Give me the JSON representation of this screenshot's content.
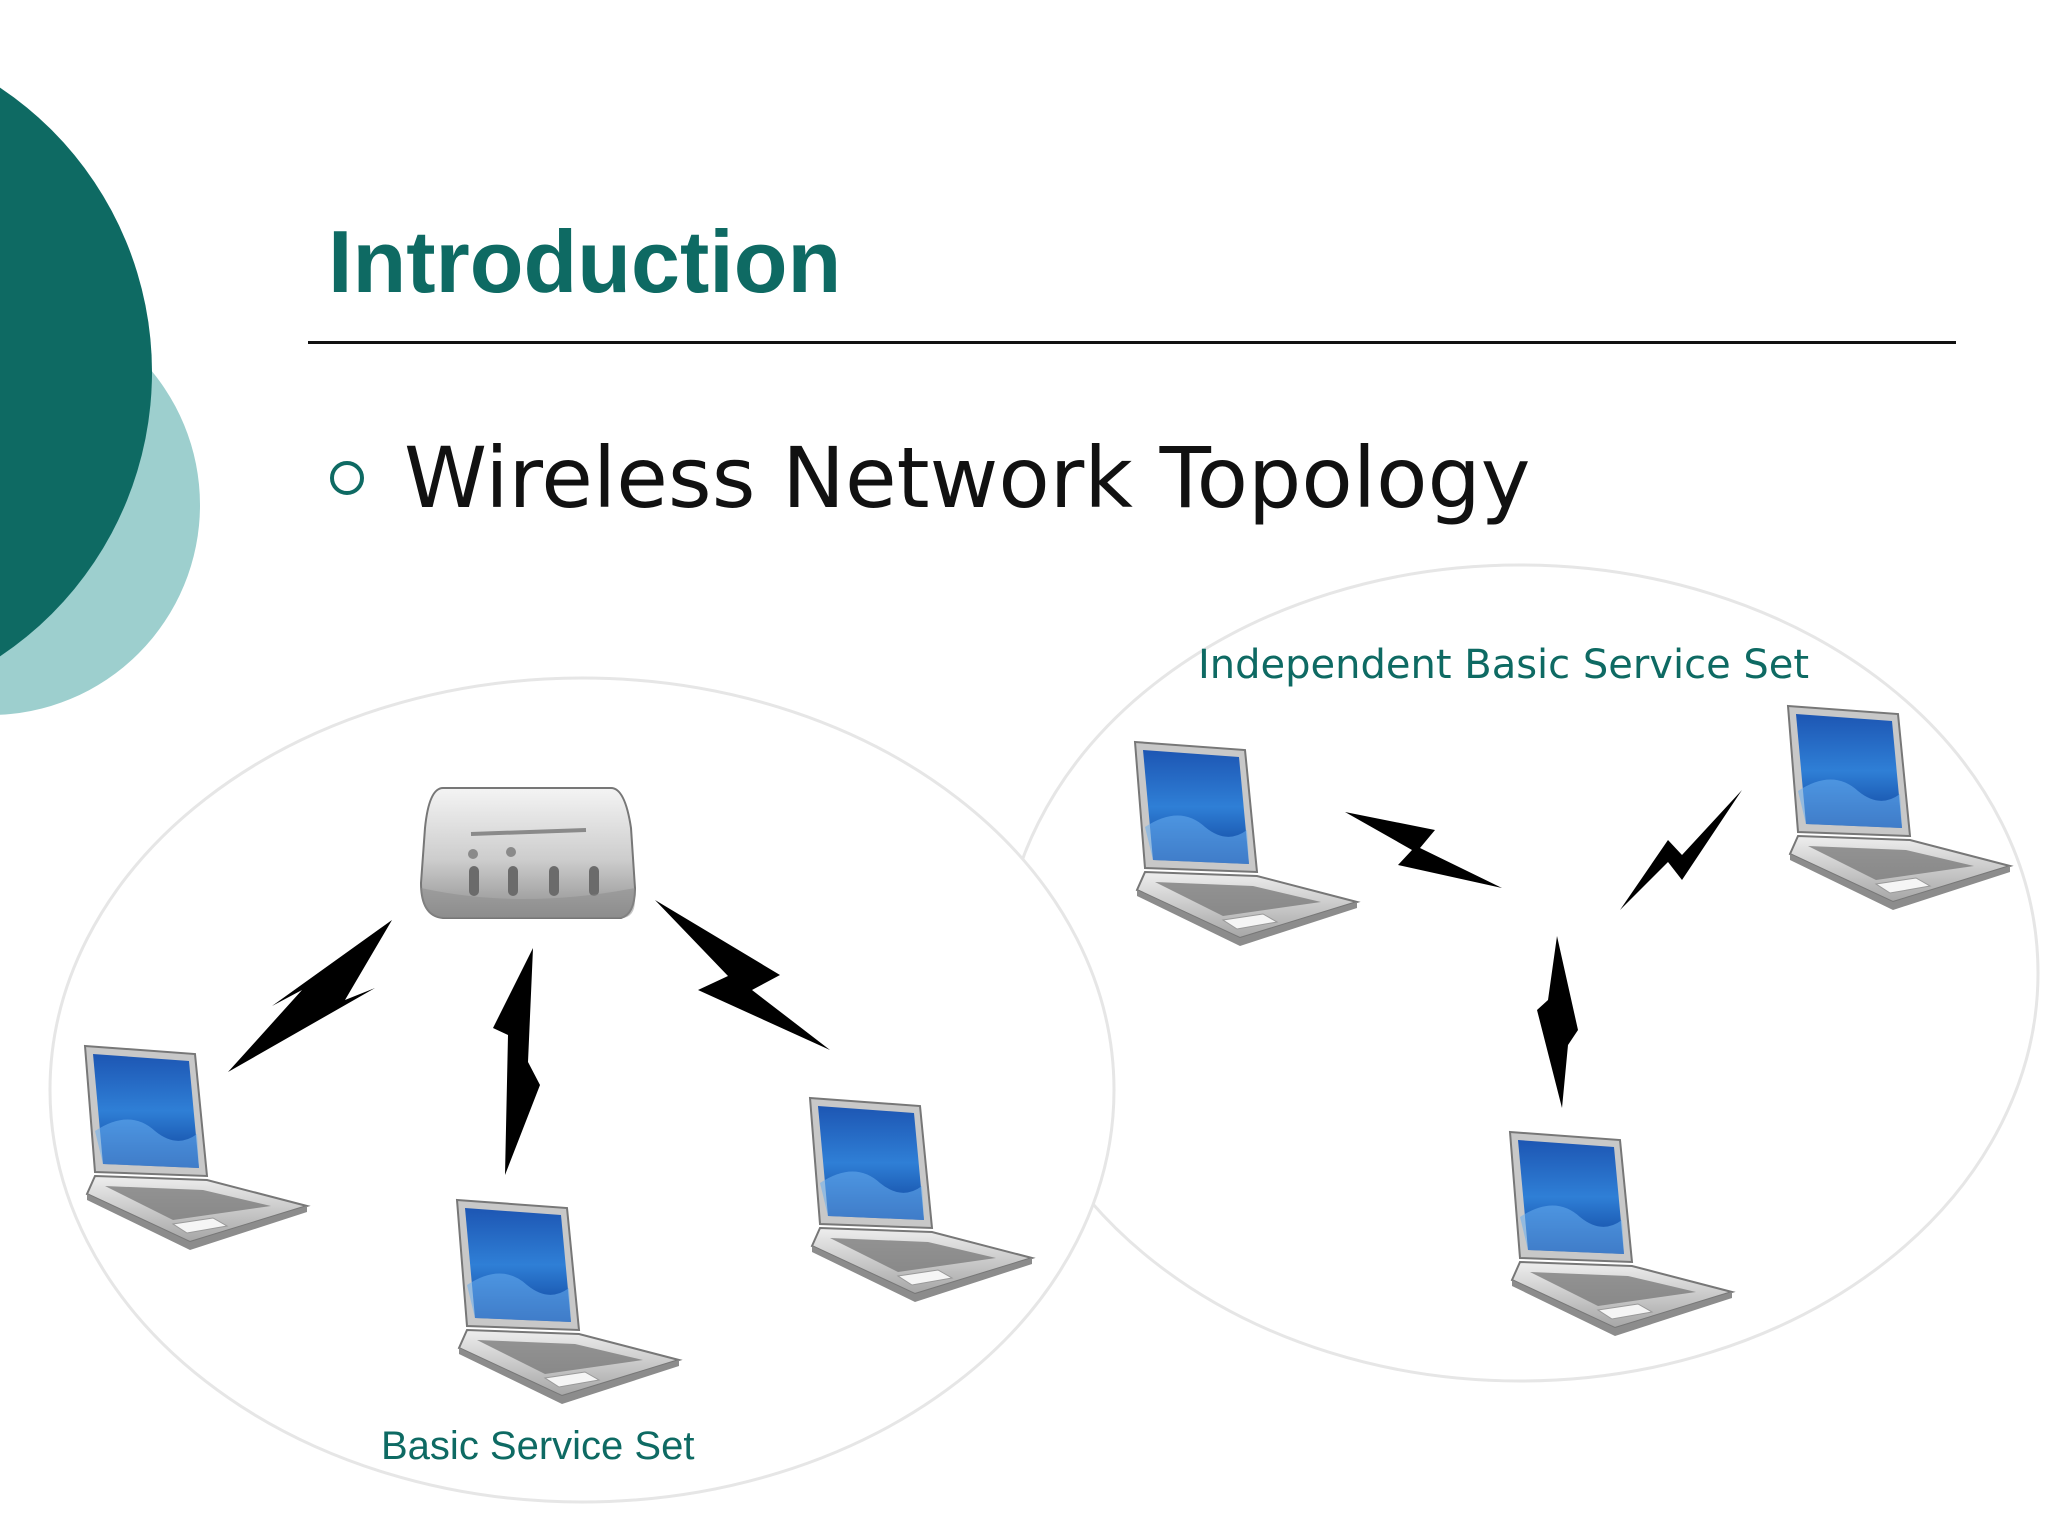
{
  "slide": {
    "title": "Introduction",
    "bullet": "Wireless Network Topology"
  },
  "diagram": {
    "ibss_label": "Independent Basic Service Set",
    "bss_label": "Basic Service Set",
    "nodes": {
      "access_point": "router-icon",
      "laptop": "laptop-icon",
      "link": "lightning-bolt-icon"
    }
  },
  "colors": {
    "accent": "#0e6a63",
    "accent_light": "#9dcfce",
    "ellipse_outline": "#e6e6e6",
    "link": "#000000"
  }
}
